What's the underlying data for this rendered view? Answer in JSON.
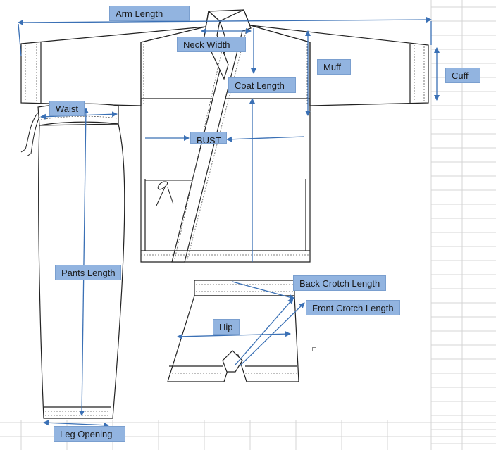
{
  "diagram": {
    "labels": {
      "arm_length": "Arm Length",
      "neck_width": "Neck Width",
      "muff": "Muff",
      "cuff": "Cuff",
      "coat_length": "Coat Length",
      "waist": "Waist",
      "bust": "BUST",
      "pants_length": "Pants Length",
      "back_crotch_length": "Back Crotch Length",
      "front_crotch_length": "Front Crotch Length",
      "hip": "Hip",
      "leg_opening": "Leg Opening"
    },
    "colors": {
      "label_fill": "#92b4e0",
      "arrow": "#3a70b5",
      "outline": "#222222",
      "gridline": "#d4d4d4"
    }
  }
}
